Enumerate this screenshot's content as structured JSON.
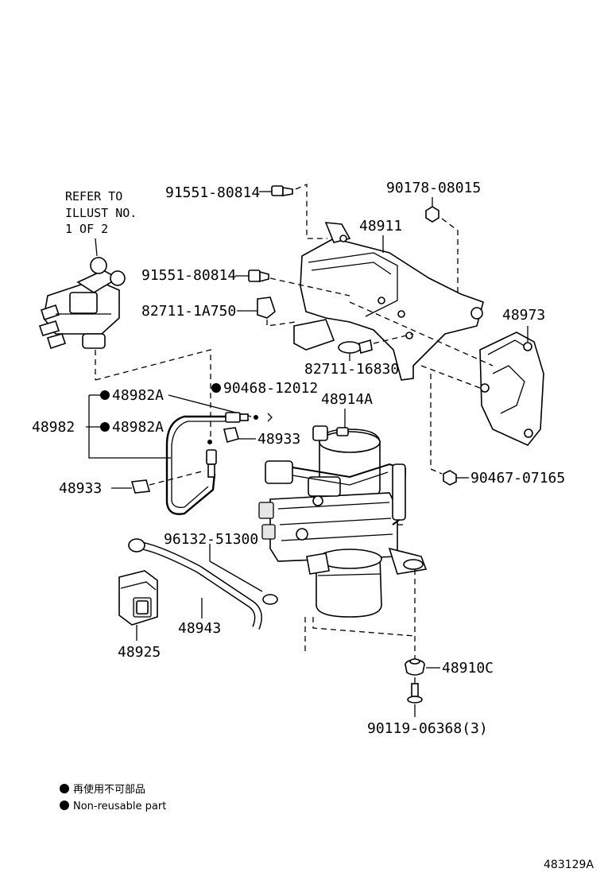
{
  "refer_note": [
    "REFER TO",
    "ILLUST NO.",
    "1 OF 2"
  ],
  "labels": {
    "p91551_top": "91551-80814",
    "p91551_mid": "91551-80814",
    "p82711_1a": "82711-1A750",
    "p82711_16": "82711-16830",
    "p90178": "90178-08015",
    "p48911": "48911",
    "p48973": "48973",
    "p90468": "90468-12012",
    "p48982A_top": "48982A",
    "p48982A_bot": "48982A",
    "p48982": "48982",
    "p48914A": "48914A",
    "p48933_right": "48933",
    "p48933_left": "48933",
    "p90467": "90467-07165",
    "p96132": "96132-51300",
    "p48943": "48943",
    "p48925": "48925",
    "p48910C": "48910C",
    "p90119": "90119-06368(3)"
  },
  "legend": {
    "item1": "再使用不可部品",
    "item2": "Non-reusable part"
  },
  "diagram_id": "483129A"
}
